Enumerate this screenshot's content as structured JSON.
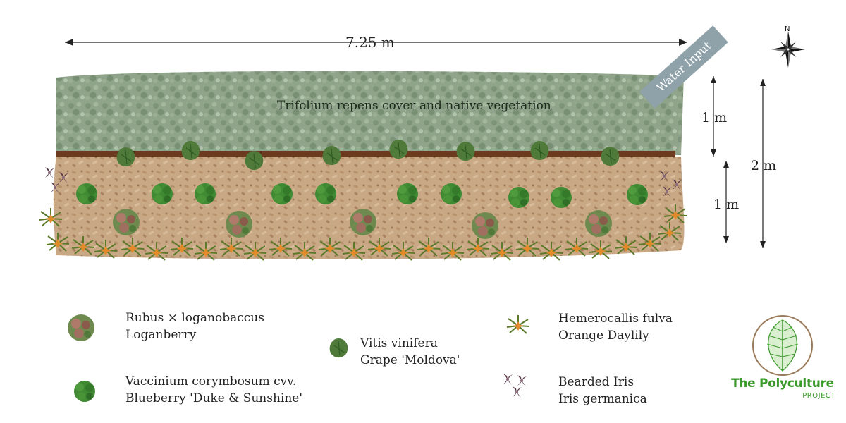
{
  "dimensions": {
    "width": "7.25 m",
    "clover_depth": "1 m",
    "mulch_depth": "1 m",
    "total_depth": "2 m"
  },
  "zones": {
    "clover_label": "Trifolium repens cover and native vegetation",
    "water_label": "Water Input"
  },
  "compass": {
    "north": "N"
  },
  "colors": {
    "clover": "#8fa48a",
    "mulch": "#c9a886",
    "trellis": "#6b3a1f",
    "blueberry": "#3f8a32",
    "loganberry": "#9a6a5a",
    "grape_leaf": "#4f7a3a",
    "daylily": "#e38a2a",
    "iris": "#5a3a4a",
    "water_sign": "#8fa2aa",
    "logo_green": "#3a9a2a"
  },
  "legend": {
    "loganberry": {
      "latin": "Rubus × loganobaccus",
      "common": "Loganberry"
    },
    "blueberry": {
      "latin": "Vaccinium corymbosum cvv.",
      "common": "Blueberry 'Duke & Sunshine'"
    },
    "grape": {
      "latin": "Vitis vinifera",
      "common": "Grape 'Moldova'"
    },
    "daylily": {
      "latin": "Hemerocallis fulva",
      "common": "Orange Daylily"
    },
    "iris": {
      "latin": "Bearded Iris",
      "common": "Iris germanica"
    }
  },
  "logo": {
    "title": "The Polyculture",
    "subtitle": "PROJECT"
  }
}
